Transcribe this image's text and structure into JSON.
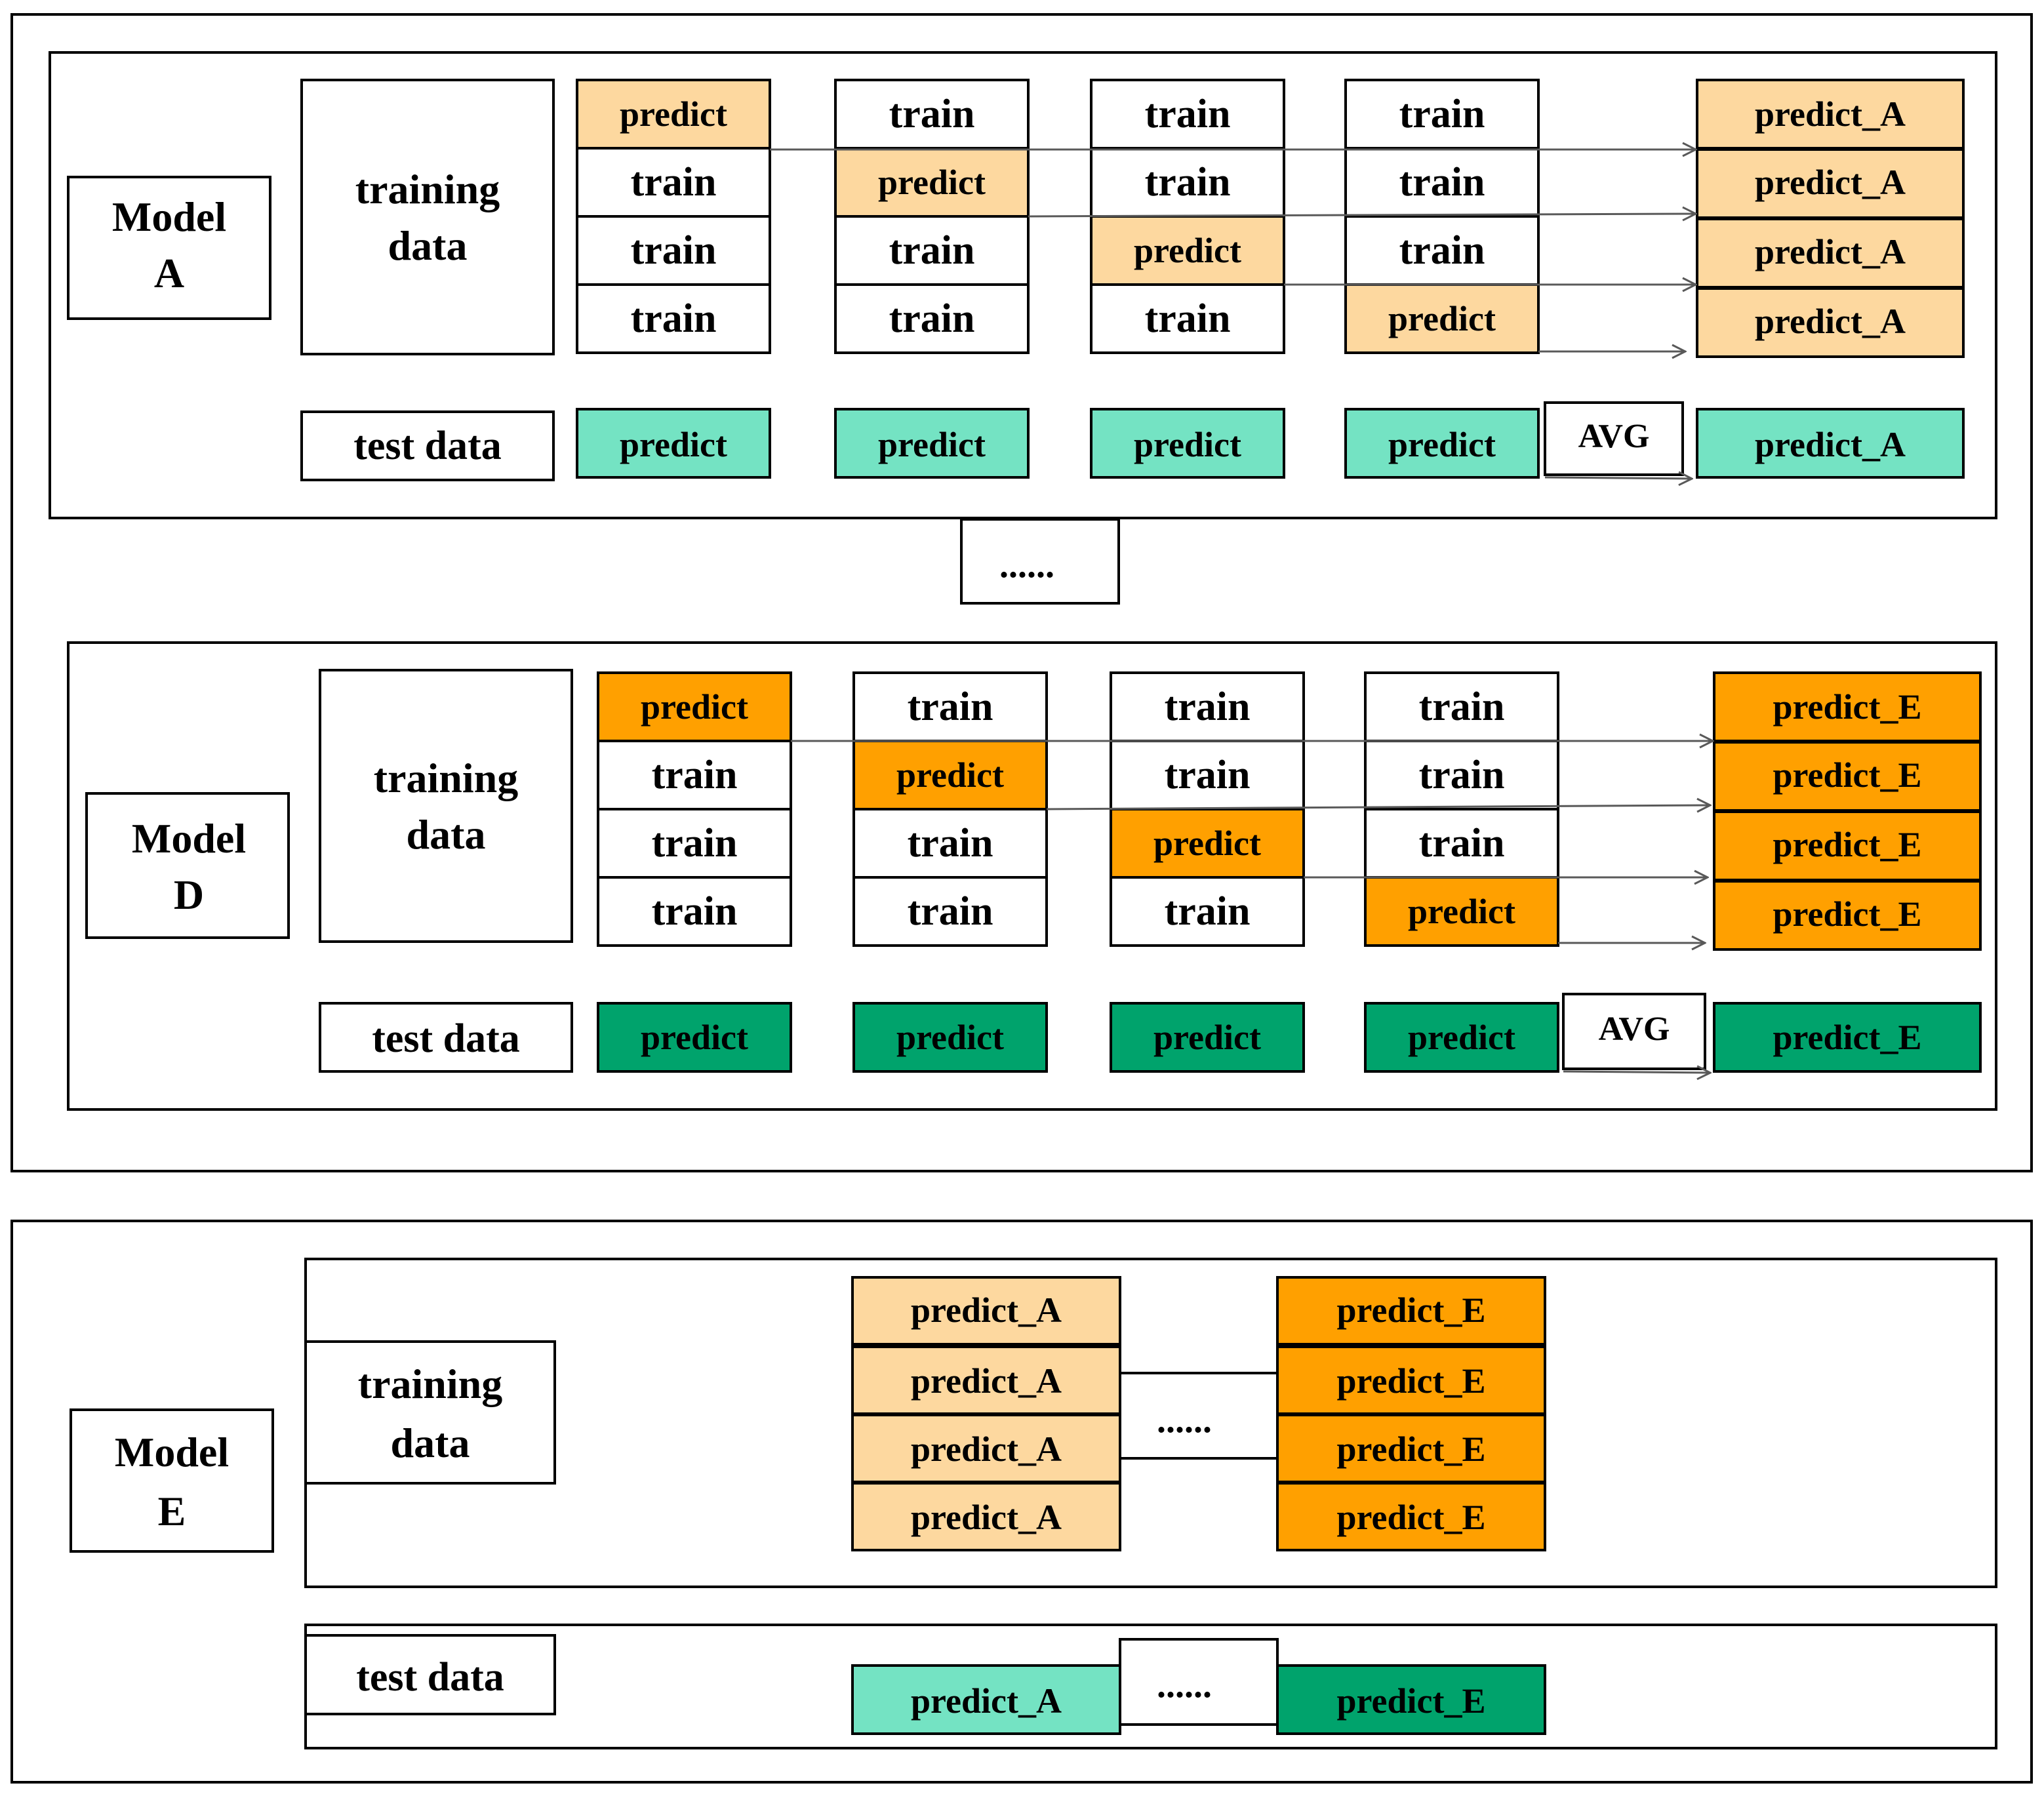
{
  "colors": {
    "model_a_train_predict": "#FDD89F",
    "model_a_test_predict": "#74E3C3",
    "model_d_train_predict": "#FFA000",
    "model_d_test_predict": "#00A36C",
    "box_background": "#FFFFFF",
    "stroke": "#000000",
    "arrow": "#595959"
  },
  "model_a": {
    "label_line1": "Model",
    "label_line2": "A",
    "training_line1": "training",
    "training_line2": "data",
    "test_label": "test data",
    "predict": "predict",
    "train": "train",
    "avg": "AVG",
    "output": "predict_A"
  },
  "separator_dots": "......",
  "model_d": {
    "label_line1": "Model",
    "label_line2": "D",
    "training_line1": "training",
    "training_line2": "data",
    "test_label": "test data",
    "predict": "predict",
    "train": "train",
    "avg": "AVG",
    "output": "predict_E"
  },
  "model_e": {
    "label_line1": "Model",
    "label_line2": "E",
    "training_line1": "training",
    "training_line2": "data",
    "test_label": "test data",
    "input_a": "predict_A",
    "input_e": "predict_E",
    "dots": "......"
  }
}
